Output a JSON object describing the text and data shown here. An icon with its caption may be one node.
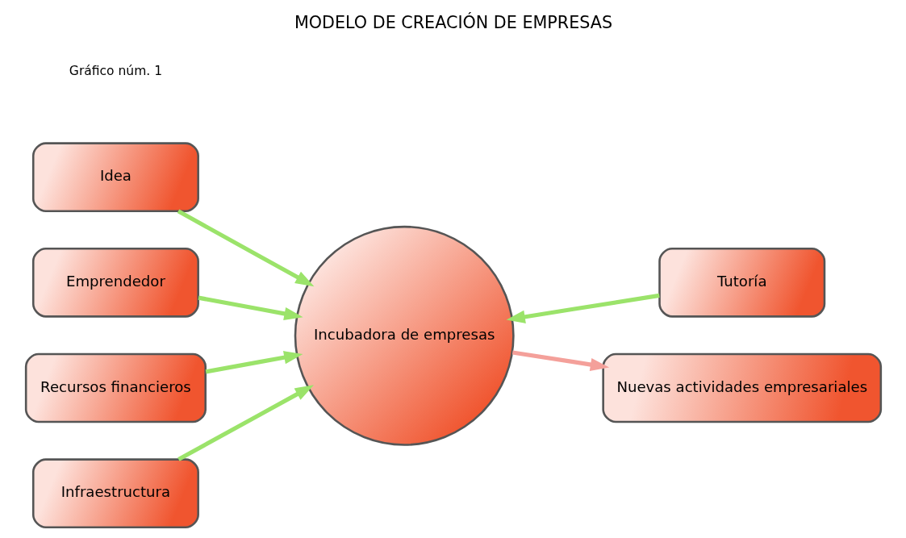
{
  "diagram": {
    "title": "MODELO DE CREACIÓN DE EMPRESAS",
    "nodes": [
      {
        "text": [
          "Idea"
        ]
      },
      {
        "text": [
          "Emprendedor"
        ]
      },
      {
        "text": [
          "Recursos financieros"
        ]
      },
      {
        "text": [
          "Infraestructura"
        ]
      },
      {
        "text": [
          "Incubadora de empresas"
        ]
      },
      {
        "text": [
          "Tutoría"
        ]
      },
      {
        "text": [
          "Nuevas actividades empresariales"
        ]
      }
    ],
    "edges": [
      {
        "from": 0,
        "to": 4,
        "arrow": "to"
      },
      {
        "from": 1,
        "to": 4,
        "arrow": "to"
      },
      {
        "from": 2,
        "to": 4,
        "arrow": "to"
      },
      {
        "from": 3,
        "to": 4,
        "arrow": "to"
      },
      {
        "from": 5,
        "to": 4,
        "arrow": "to"
      },
      {
        "from": 4,
        "to": 6,
        "arrow": "to",
        "color": "#f4a09a"
      }
    ],
    "labels": [
      "Gráfico núm. 1"
    ]
  }
}
